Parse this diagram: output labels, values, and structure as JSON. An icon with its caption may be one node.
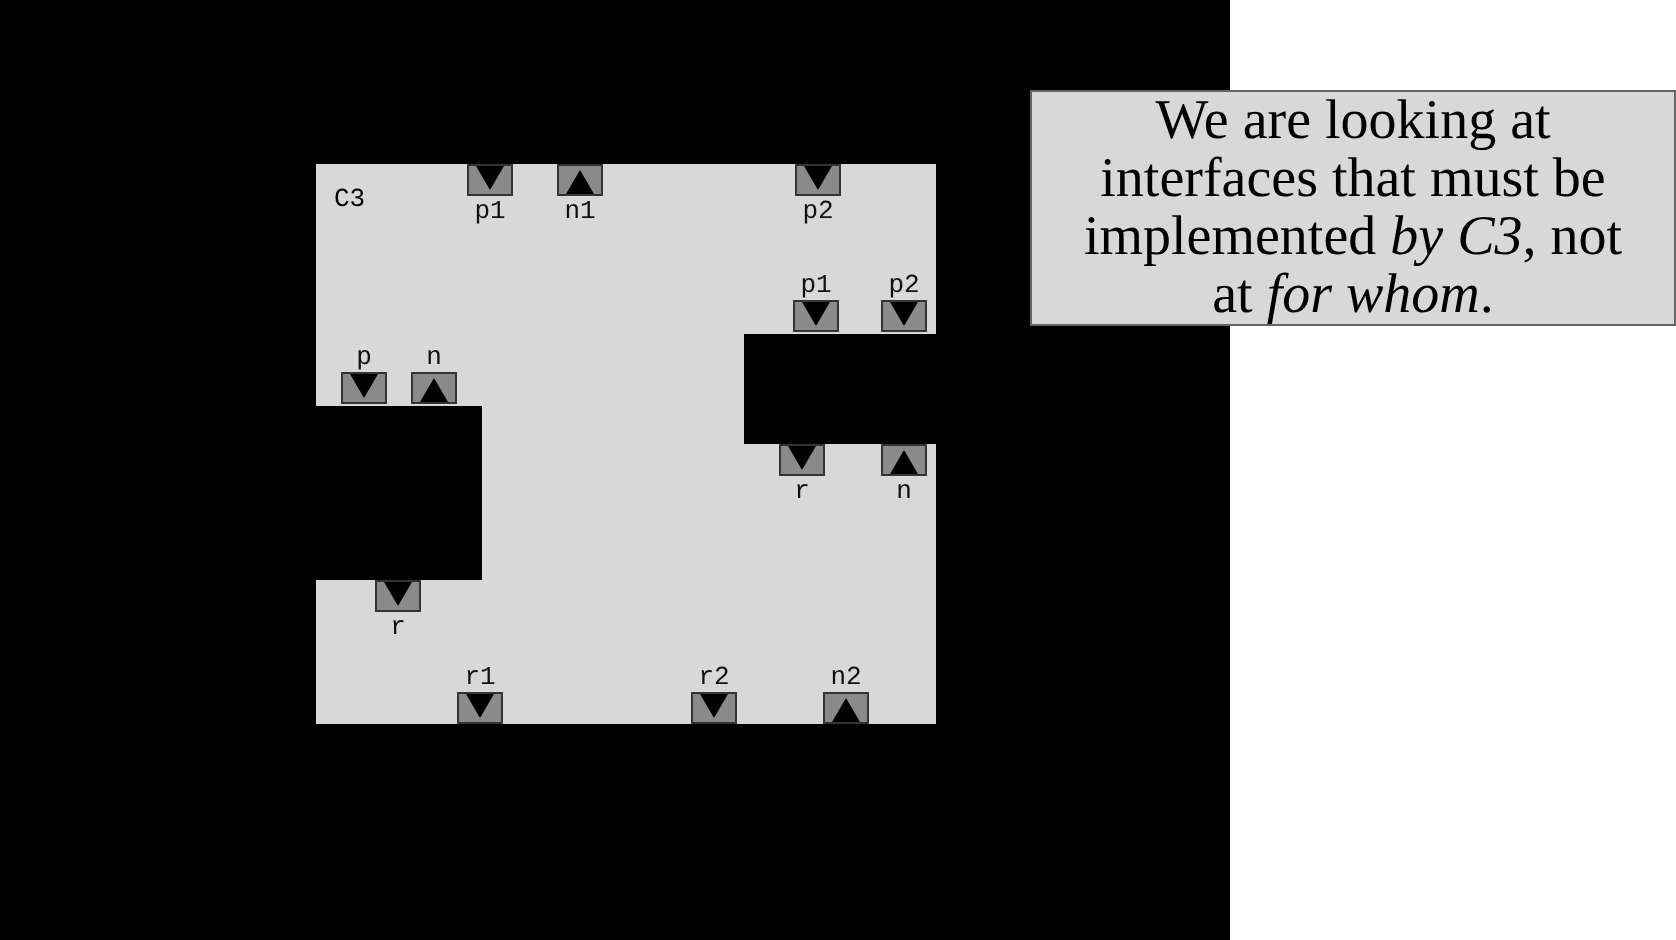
{
  "diagram": {
    "nodes": [
      {
        "text": [
          "C3"
        ]
      },
      {
        "text": [
          "p1"
        ],
        "in": 0
      },
      {
        "text": [
          "n1"
        ],
        "in": 0
      },
      {
        "text": [
          "p2"
        ],
        "in": 0
      },
      {
        "text": [
          "p1"
        ],
        "in": 0
      },
      {
        "text": [
          "p2"
        ],
        "in": 0
      },
      {
        "text": [],
        "shape": "box",
        "in": 0
      },
      {
        "text": [
          "r"
        ],
        "in": 0
      },
      {
        "text": [
          "n"
        ],
        "in": 0
      },
      {
        "text": [
          "p"
        ],
        "in": 0
      },
      {
        "text": [
          "n"
        ],
        "in": 0
      },
      {
        "text": [],
        "shape": "box",
        "in": 0
      },
      {
        "text": [
          "r"
        ],
        "in": 0
      },
      {
        "text": [
          "r1"
        ],
        "in": 0
      },
      {
        "text": [
          "r2"
        ],
        "in": 0
      },
      {
        "text": [
          "n2"
        ],
        "in": 0
      },
      {
        "text": [
          "We are looking at interfaces that must be implemented *by C3*, not at *for whom*."
        ]
      }
    ]
  }
}
